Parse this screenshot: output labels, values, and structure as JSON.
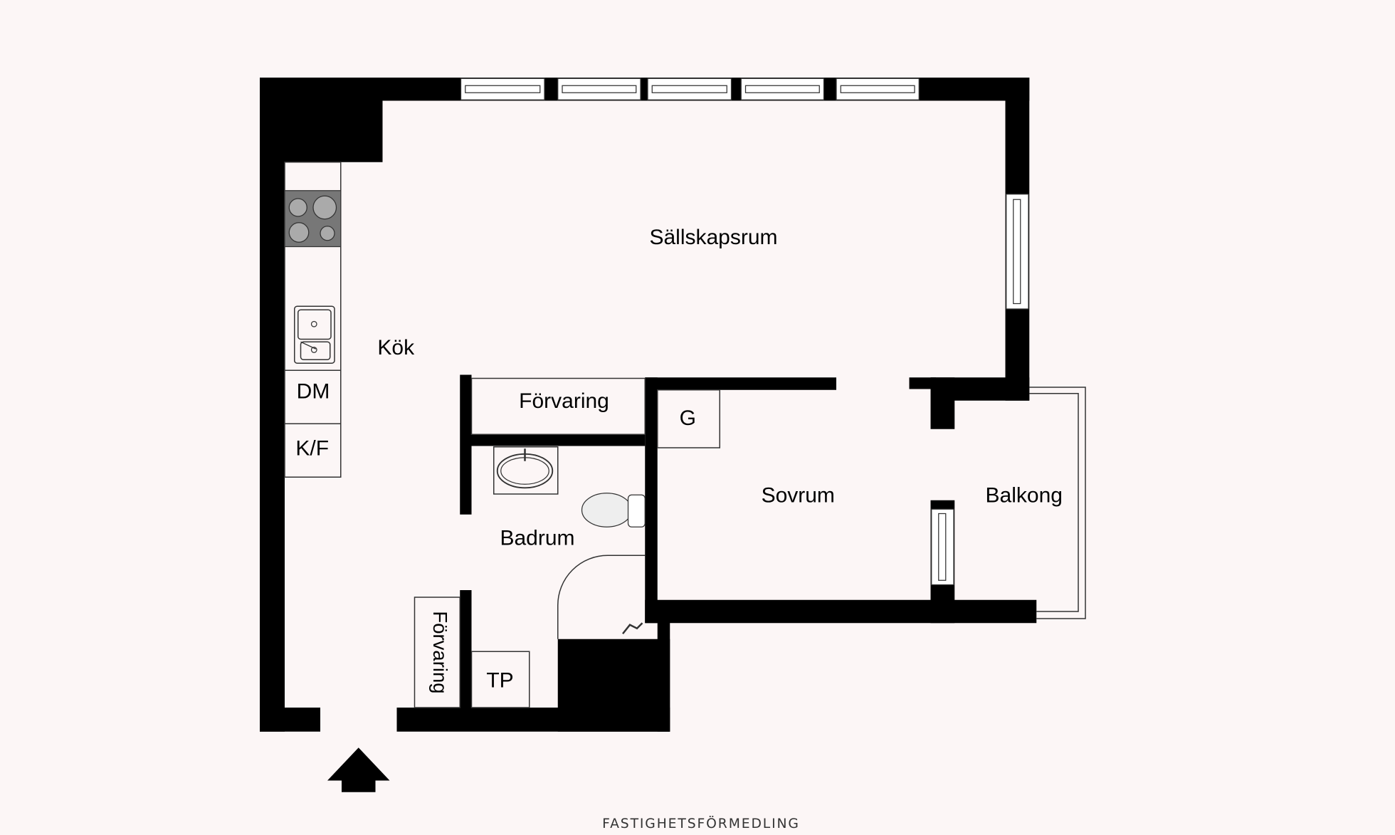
{
  "rooms": {
    "living": "Sällskapsrum",
    "kitchen": "Kök",
    "storage_top": "Förvaring",
    "wardrobe": "G",
    "bedroom": "Sovrum",
    "balcony": "Balkong",
    "bathroom": "Badrum",
    "linen": "TP",
    "storage_side": "Förvaring"
  },
  "appliances": {
    "dishwasher": "DM",
    "fridge_freezer": "K/F"
  },
  "footer": "FASTIGHETSFÖRMEDLING",
  "colors": {
    "background": "#fcf6f6",
    "wall": "#000000"
  }
}
